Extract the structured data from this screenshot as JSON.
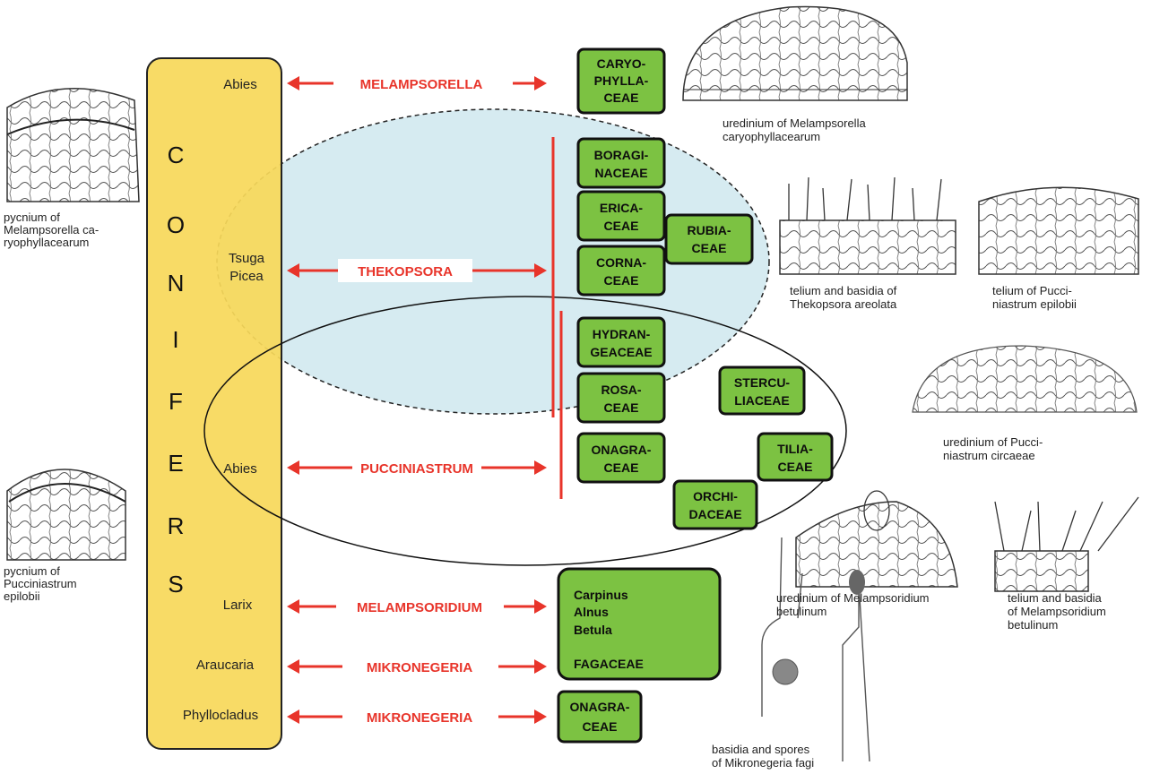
{
  "conifers_letters": [
    "C",
    "O",
    "N",
    "I",
    "F",
    "E",
    "R",
    "S"
  ],
  "conifer_genera": {
    "abies_top": "Abies",
    "tsuga": "Tsuga",
    "picea": "Picea",
    "abies_mid": "Abies",
    "larix": "Larix",
    "araucaria": "Araucaria",
    "phyllocladus": "Phyllocladus"
  },
  "rust_genera": {
    "melampsorella": "MELAMPSORELLA",
    "thekopsora": "THEKOPSORA",
    "pucciniastrum": "PUCCINIASTRUM",
    "melampsoridium": "MELAMPSORIDIUM",
    "mikronegeria_1": "MIKRONEGERIA",
    "mikronegeria_2": "MIKRONEGERIA"
  },
  "host_families": {
    "caryophyllaceae": [
      "CARYO-",
      "PHYLLA-",
      "CEAE"
    ],
    "boraginaceae": [
      "BORAGI-",
      "NACEAE"
    ],
    "ericaceae": [
      "ERICA-",
      "CEAE"
    ],
    "rubiaceae": [
      "RUBIA-",
      "CEAE"
    ],
    "cornaceae": [
      "CORNA-",
      "CEAE"
    ],
    "hydrangeaceae": [
      "HYDRAN-",
      "GEACEAE"
    ],
    "rosaceae": [
      "ROSA-",
      "CEAE"
    ],
    "sterculiaceae": [
      "STERCU-",
      "LIACEAE"
    ],
    "onagraceae_1": [
      "ONAGRA-",
      "CEAE"
    ],
    "tiliaceae": [
      "TILIA-",
      "CEAE"
    ],
    "orchidaceae": [
      "ORCHI-",
      "DACEAE"
    ],
    "betulaceae_group": [
      "Carpinus",
      "Alnus",
      "Betula",
      "FAGACEAE"
    ],
    "onagraceae_2": [
      "ONAGRA-",
      "CEAE"
    ]
  },
  "captions": {
    "uredinium_melampsorella": [
      "uredinium of Melampsorella",
      "caryophyllacearum"
    ],
    "pycnium_melampsorella": [
      "pycnium of",
      "Melampsorella ca-",
      "ryophyllacearum"
    ],
    "telium_thekopsora": [
      "telium and basidia of",
      "Thekopsora areolata"
    ],
    "telium_pucciniastrum": [
      "telium of Pucci-",
      "niastrum epilobii"
    ],
    "uredinium_pucciniastrum": [
      "uredinium of Pucci-",
      "niastrum circaeae"
    ],
    "pycnium_pucciniastrum": [
      "pycnium of",
      "Pucciniastrum",
      "epilobii"
    ],
    "uredinium_melampsoridium": [
      "uredinium of Melampsoridium",
      "betulinum"
    ],
    "telium_melampsoridium": [
      "telium and basidia",
      "of Melampsoridium",
      "betulinum"
    ],
    "basidia_mikronegeria": [
      "basidia and spores",
      "of Mikronegeria fagi"
    ]
  },
  "colors": {
    "conifer_bar": "#f7d85a",
    "host_box": "#7cc242",
    "arrow": "#e8342a",
    "ellipse_fill": "#cfe8ee"
  }
}
